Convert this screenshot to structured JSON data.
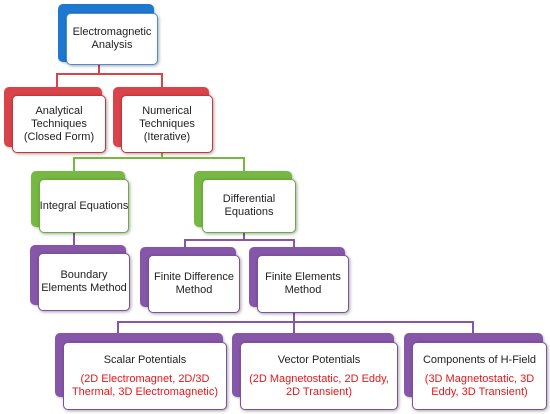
{
  "colors": {
    "blue": "#1f78d0",
    "red": "#d9444b",
    "green": "#76b843",
    "purple": "#8657a8",
    "detail_text": "#e8161a",
    "box_border_blue": "#4a8fd6",
    "box_border_red": "#c9343b",
    "box_border_green": "#6aad3a",
    "box_border_purple": "#7d4fa0"
  },
  "nodes": {
    "root": {
      "lines": [
        "Electromagnetic",
        "Analysis"
      ]
    },
    "analytical": {
      "lines": [
        "Analytical",
        "Techniques",
        "(Closed Form)"
      ]
    },
    "numerical": {
      "lines": [
        "Numerical",
        "Techniques",
        "(Iterative)"
      ]
    },
    "integral": {
      "lines": [
        "Integral Equations"
      ]
    },
    "differential": {
      "lines": [
        "Differential",
        "Equations"
      ]
    },
    "boundary": {
      "lines": [
        "Boundary",
        "Elements Method"
      ]
    },
    "finite_difference": {
      "lines": [
        "Finite Difference",
        "Method"
      ]
    },
    "finite_elements": {
      "lines": [
        "Finite Elements",
        "Method"
      ]
    },
    "scalar": {
      "title": "Scalar Potentials",
      "detail": [
        "(2D Electromagnet, 2D/3D",
        "Thermal, 3D Electromagnetic)"
      ]
    },
    "vector": {
      "title": "Vector Potentials",
      "detail": [
        "(2D Magnetostatic, 2D Eddy,",
        "2D Transient)"
      ]
    },
    "hfield": {
      "title": "Components of H-Field",
      "detail": [
        "(3D Magnetostatic, 3D",
        "Eddy, 3D Transient)"
      ]
    }
  }
}
